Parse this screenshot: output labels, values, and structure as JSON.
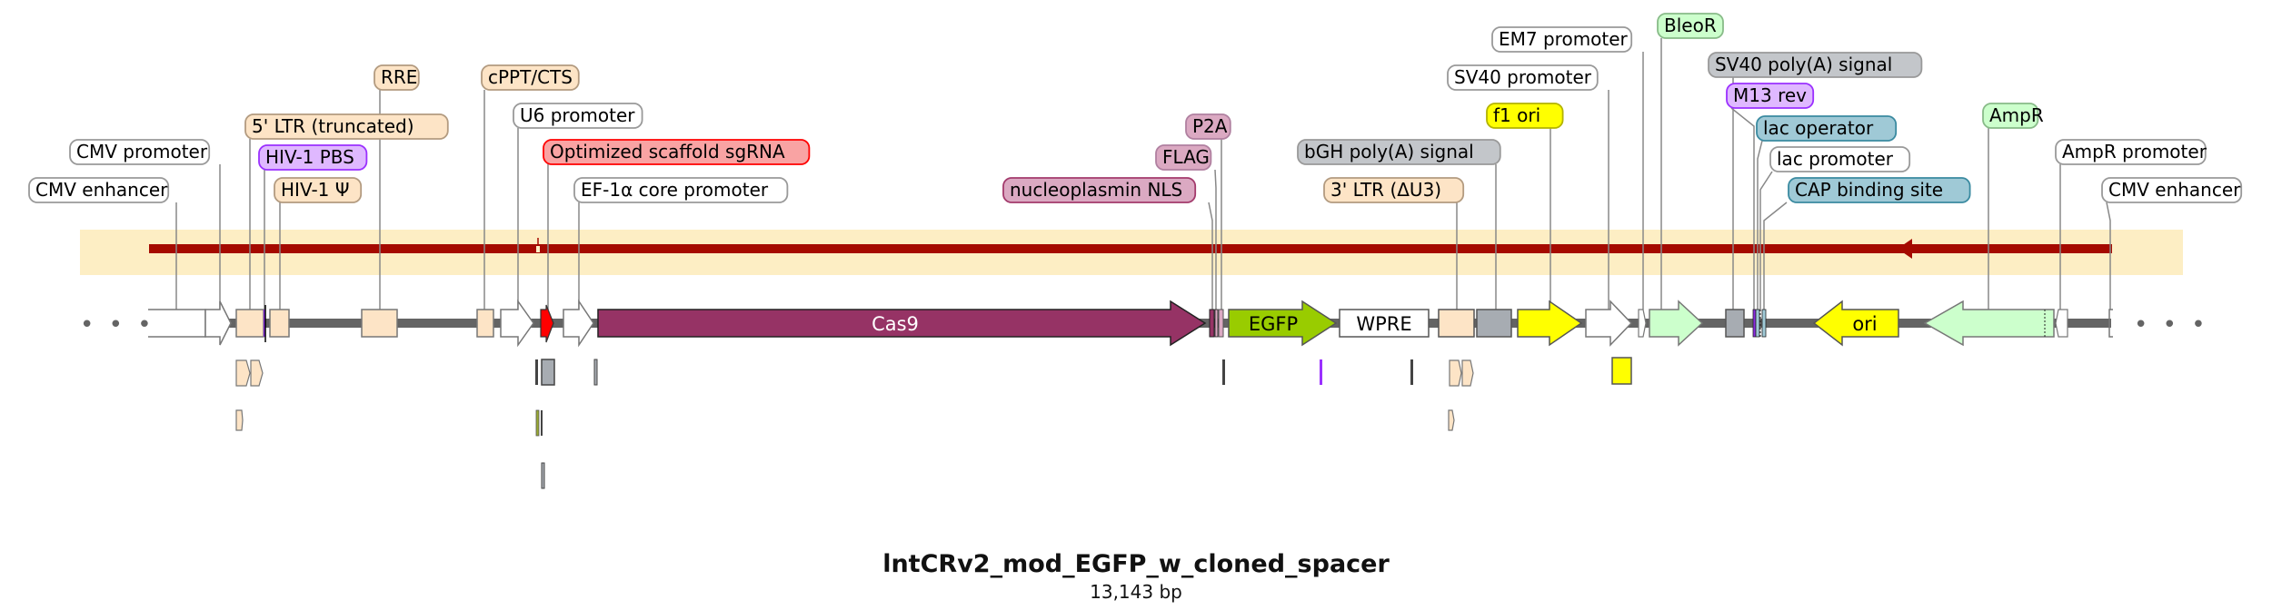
{
  "map": {
    "name": "lntCRv2_mod_EGFP_w_cloned_spacer",
    "length_label": "13,143 bp",
    "length_bp": 13143,
    "ellipsis": "• • •"
  },
  "colors": {
    "highlight_band": "#fdeec4",
    "orf_arrow": "#a50a00",
    "backbone": "#646464",
    "ltr": "#fde4c6",
    "cas9": "#963365",
    "egfp": "#99cc00",
    "promoter": "#ffffff",
    "polyA": "#a7acb2",
    "ori": "#ffff00",
    "resistance": "#ccffcc",
    "sgRNA": "#ff0000",
    "pbs": "#dfb8ff",
    "tag": "#dba9c2",
    "lac": "#9fc9d6"
  },
  "labels": [
    {
      "text": "CMV enhancer",
      "style": "white"
    },
    {
      "text": "CMV promoter",
      "style": "white"
    },
    {
      "text": "5' LTR (truncated)",
      "style": "ltr"
    },
    {
      "text": "HIV-1 PBS",
      "style": "pbs"
    },
    {
      "text": "HIV-1 Ψ",
      "style": "ltr"
    },
    {
      "text": "RRE",
      "style": "ltr"
    },
    {
      "text": "cPPT/CTS",
      "style": "ltr"
    },
    {
      "text": "U6 promoter",
      "style": "white"
    },
    {
      "text": "Optimized scaffold sgRNA",
      "style": "sgrna"
    },
    {
      "text": "EF-1α core promoter",
      "style": "white"
    },
    {
      "text": "nucleoplasmin NLS",
      "style": "nls"
    },
    {
      "text": "FLAG",
      "style": "tag"
    },
    {
      "text": "P2A",
      "style": "tag"
    },
    {
      "text": "bGH poly(A) signal",
      "style": "polya"
    },
    {
      "text": "3' LTR (ΔU3)",
      "style": "ltr"
    },
    {
      "text": "f1 ori",
      "style": "ori"
    },
    {
      "text": "SV40 promoter",
      "style": "white"
    },
    {
      "text": "EM7 promoter",
      "style": "white"
    },
    {
      "text": "BleoR",
      "style": "res"
    },
    {
      "text": "SV40 poly(A) signal",
      "style": "polya"
    },
    {
      "text": "M13 rev",
      "style": "pbs"
    },
    {
      "text": "lac operator",
      "style": "lac"
    },
    {
      "text": "lac promoter",
      "style": "white"
    },
    {
      "text": "CAP binding site",
      "style": "lac"
    },
    {
      "text": "AmpR",
      "style": "res"
    },
    {
      "text": "AmpR promoter",
      "style": "white"
    },
    {
      "text": "CMV enhancer",
      "style": "white"
    }
  ],
  "features": {
    "cas9": "Cas9",
    "egfp": "EGFP",
    "wpre": "WPRE",
    "ori": "ori"
  }
}
